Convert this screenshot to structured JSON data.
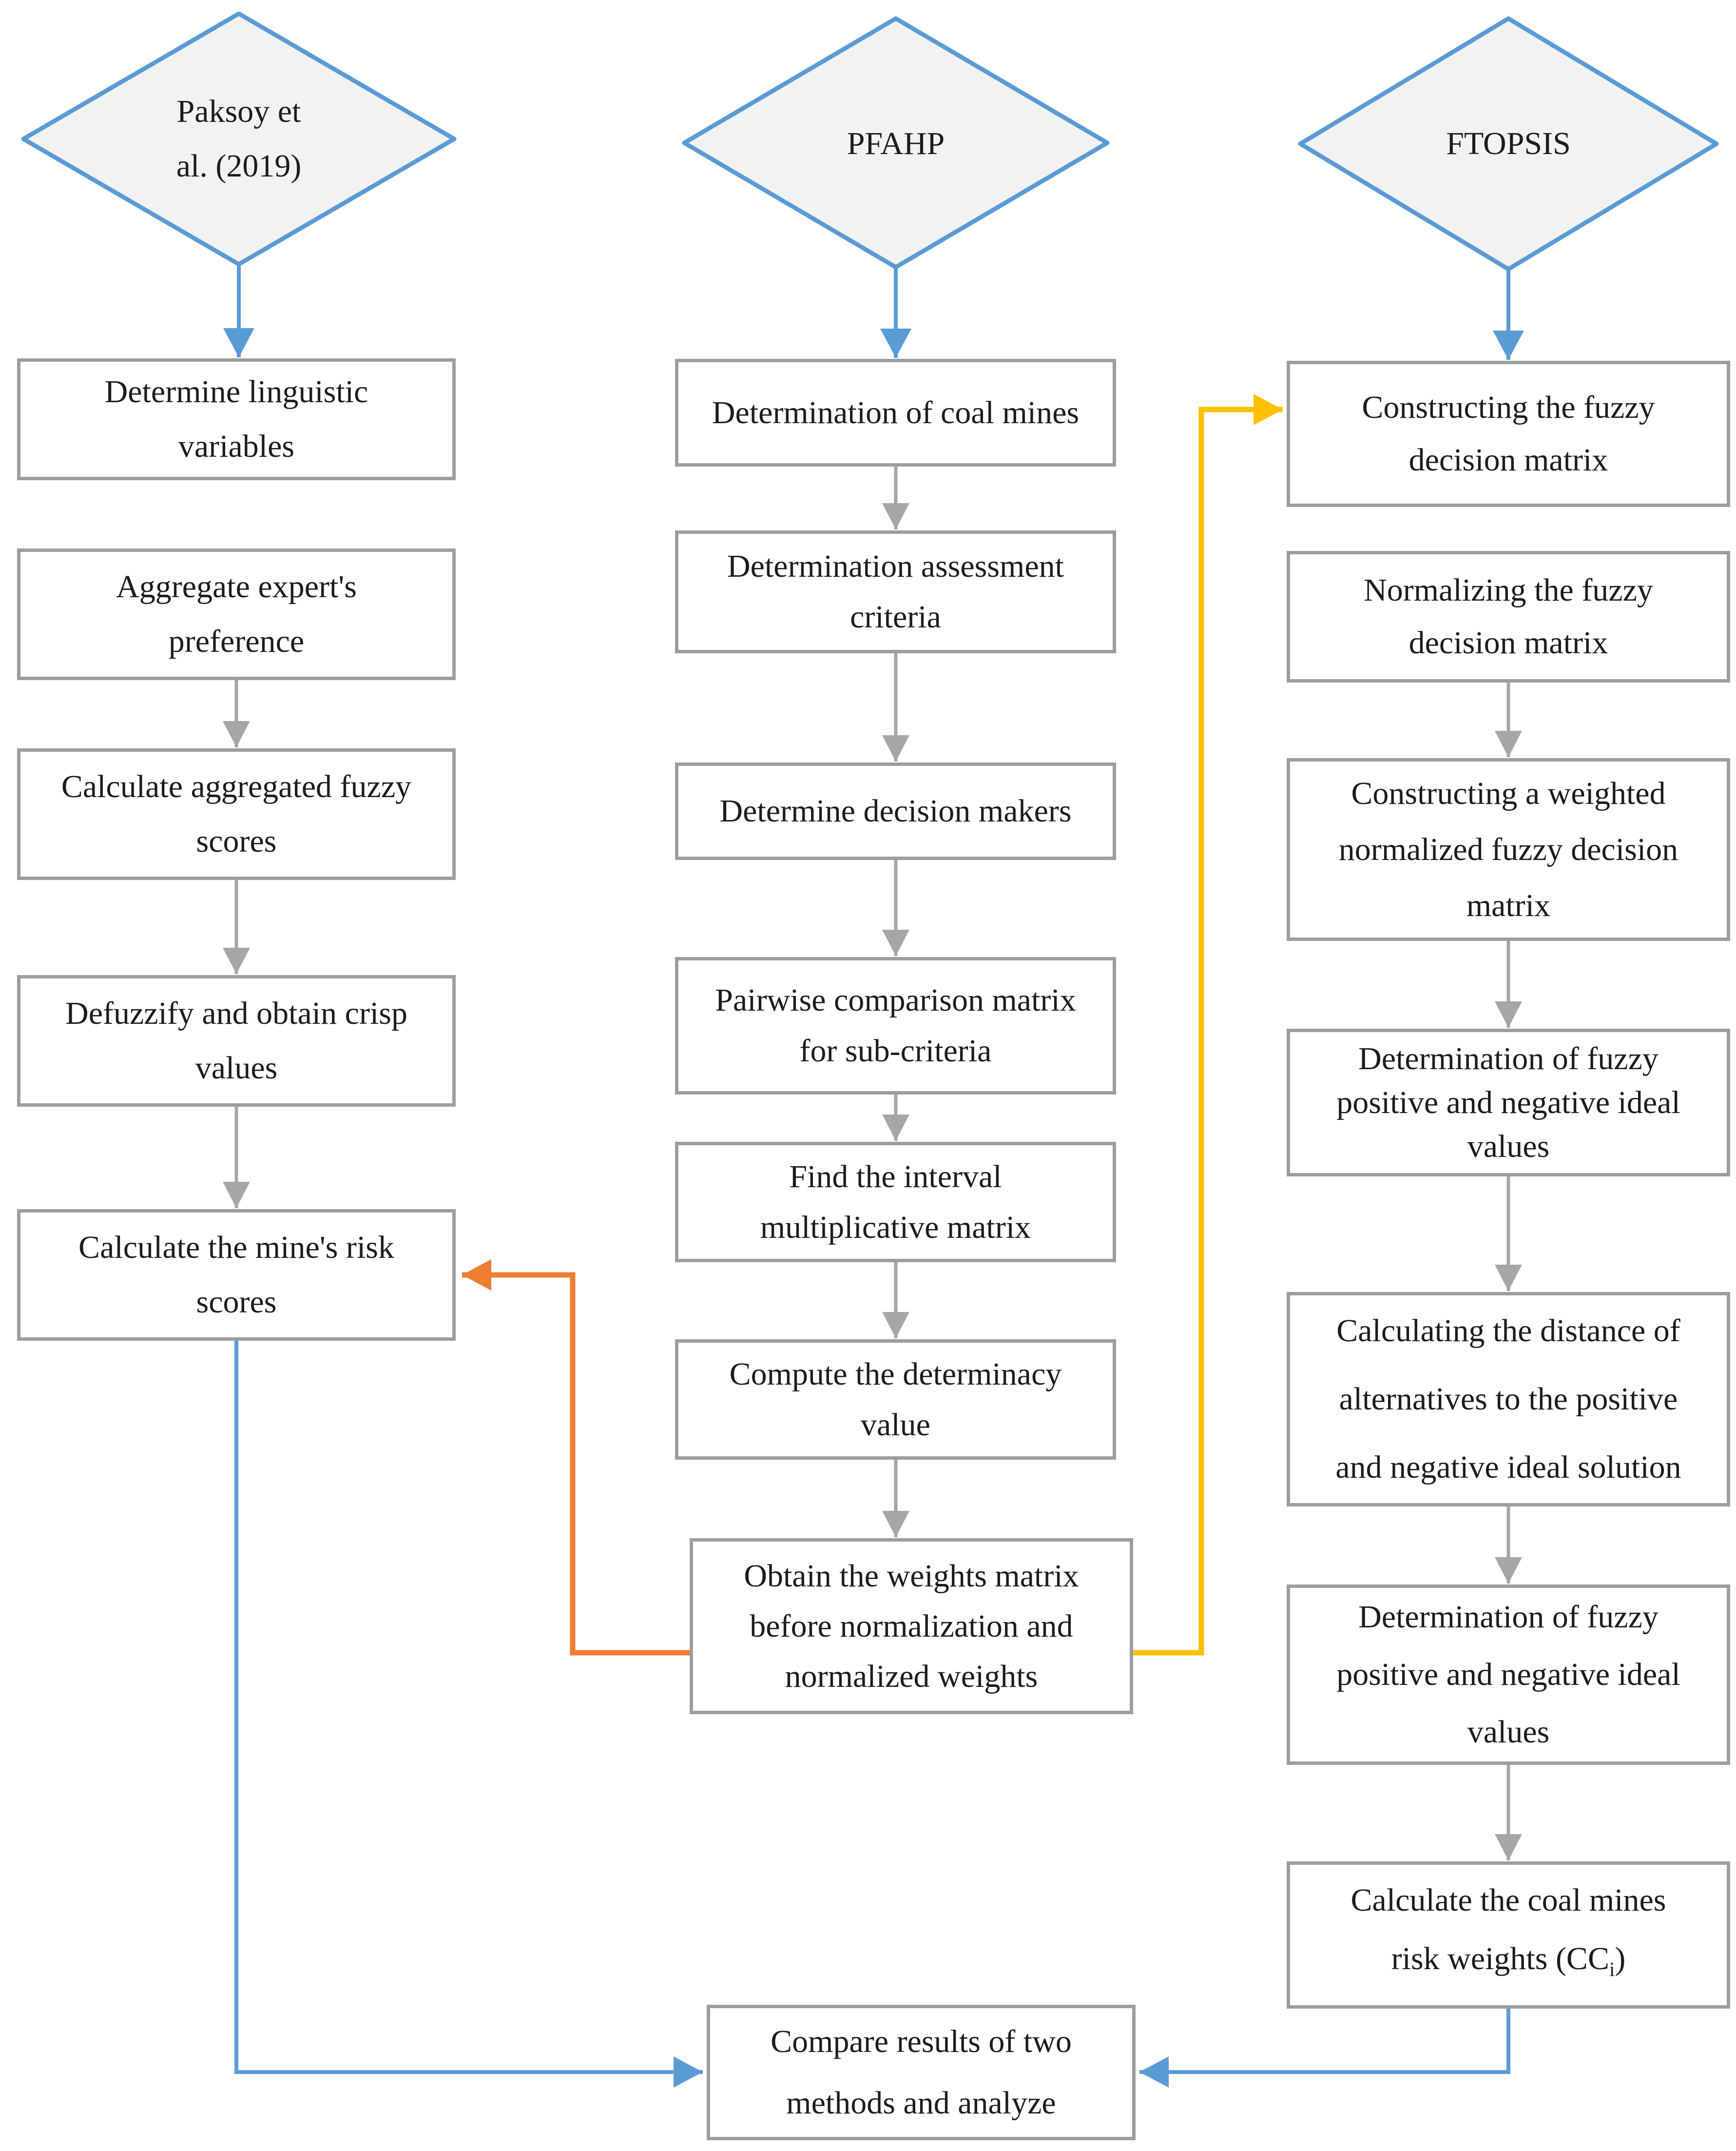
{
  "title": "Comparison flowchart of Paksoy et al. (2019), PFAHP and FTOPSIS methods",
  "colors": {
    "accent_blue": "#5b9bd5",
    "accent_orange": "#ed7d31",
    "accent_yellow": "#ffc000",
    "box_border_gray": "#9d9d9d",
    "arrow_gray": "#a6a6a6",
    "diamond_fill": "#f2f2f2",
    "text": "#1c1c1c"
  },
  "diamonds": [
    {
      "id": "paksoy",
      "lines": [
        "Paksoy et",
        "al. (2019)"
      ]
    },
    {
      "id": "pfahp",
      "lines": [
        "PFAHP"
      ]
    },
    {
      "id": "ftopsis",
      "lines": [
        "FTOPSIS"
      ]
    }
  ],
  "left": {
    "boxes": [
      {
        "lines": [
          "Determine linguistic",
          "variables"
        ]
      },
      {
        "lines": [
          "Aggregate expert's",
          "preference"
        ]
      },
      {
        "lines": [
          "Calculate aggregated fuzzy",
          "scores"
        ]
      },
      {
        "lines": [
          "Defuzzify and obtain crisp",
          "values"
        ]
      },
      {
        "lines": [
          "Calculate the mine's risk",
          "scores"
        ]
      }
    ]
  },
  "mid": {
    "boxes": [
      {
        "lines": [
          "Determination of coal mines"
        ]
      },
      {
        "lines": [
          "Determination assessment",
          "criteria"
        ]
      },
      {
        "lines": [
          "Determine decision makers"
        ]
      },
      {
        "lines": [
          "Pairwise comparison matrix",
          "for sub-criteria"
        ]
      },
      {
        "lines": [
          "Find the interval",
          "multiplicative matrix"
        ]
      },
      {
        "lines": [
          "Compute the determinacy",
          "value"
        ]
      },
      {
        "lines": [
          "Obtain the weights matrix",
          "before normalization and",
          "normalized weights"
        ]
      }
    ]
  },
  "right": {
    "boxes": [
      {
        "lines": [
          "Constructing the fuzzy",
          "decision matrix"
        ]
      },
      {
        "lines": [
          "Normalizing the fuzzy",
          "decision matrix"
        ]
      },
      {
        "lines": [
          "Constructing a weighted",
          "normalized fuzzy decision",
          "matrix"
        ]
      },
      {
        "lines": [
          "Determination of fuzzy",
          "positive and negative ideal",
          "values"
        ]
      },
      {
        "lines": [
          "Calculating the distance of",
          "alternatives to the positive",
          "and negative ideal solution"
        ]
      },
      {
        "lines": [
          "Determination of fuzzy",
          "positive and negative ideal",
          "values"
        ]
      },
      {
        "lines": [
          "Calculate the coal mines"
        ],
        "formula": {
          "pre": "risk weights (CC",
          "sub": "i",
          "post": ")"
        }
      }
    ]
  },
  "bottom": {
    "box": {
      "lines": [
        "Compare results of two",
        "methods and analyze"
      ]
    }
  }
}
